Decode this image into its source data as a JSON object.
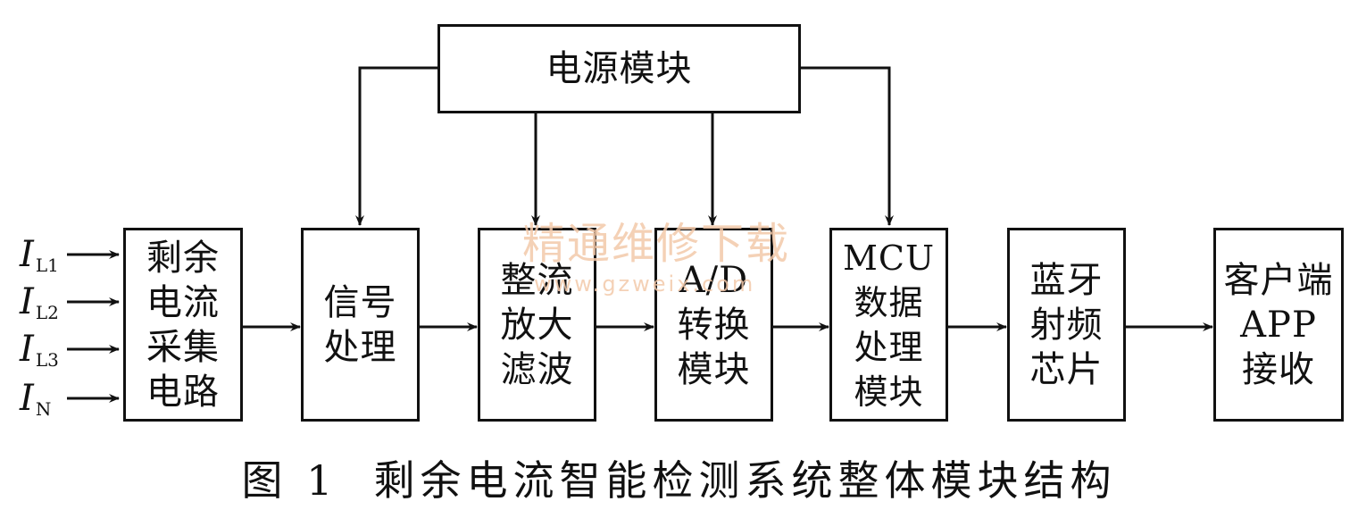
{
  "inputs": [
    {
      "base": "I",
      "sub": "L1"
    },
    {
      "base": "I",
      "sub": "L2"
    },
    {
      "base": "I",
      "sub": "L3"
    },
    {
      "base": "I",
      "sub": "N"
    }
  ],
  "blocks": {
    "power": "电源模块",
    "residual_current_acquisition": "剩余\n电流\n采集\n电路",
    "signal_processing": "信号\n处理",
    "rectify_amplify_filter": "整流\n放大\n滤波",
    "ad_conversion": "A/D\n转换\n模块",
    "mcu_processing": "MCU\n数据\n处理\n模块",
    "bluetooth_rf": "蓝牙\n射频\n芯片",
    "client_app": "客户端\nAPP\n接收"
  },
  "watermark": {
    "title": "精通维修下载",
    "url": "www.gzweix.com"
  },
  "caption": {
    "figure": "图 1",
    "title": "剩余电流智能检测系统整体模块结构"
  }
}
